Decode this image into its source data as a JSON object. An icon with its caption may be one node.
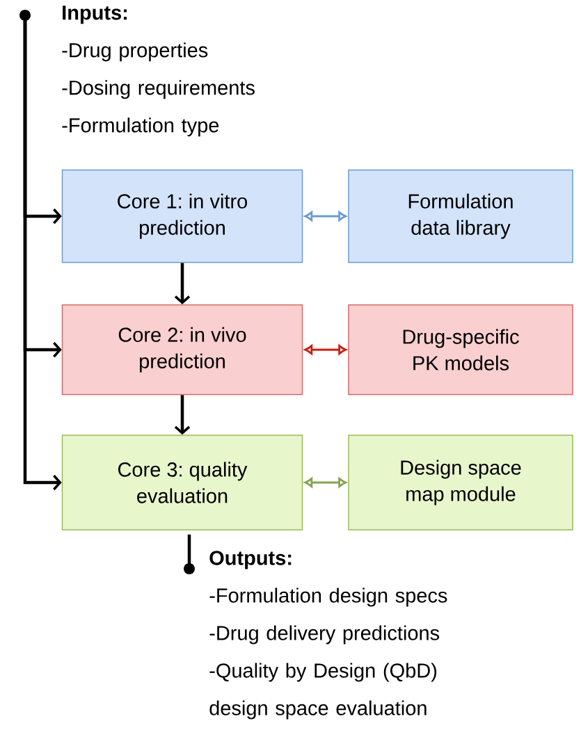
{
  "diagram": {
    "nodes": [
      {
        "text": [
          "Inputs:",
          "-Drug properties",
          "-Dosing requirements",
          "-Formulation type"
        ]
      },
      {
        "text": [
          "Core 1: in vitro prediction"
        ]
      },
      {
        "text": [
          "Formulation data library"
        ]
      },
      {
        "text": [
          "Core 2: in vivo prediction"
        ]
      },
      {
        "text": [
          "Drug-specific PK models"
        ]
      },
      {
        "text": [
          "Core 3: quality evaluation"
        ]
      },
      {
        "text": [
          "Design space map module"
        ]
      },
      {
        "text": [
          "Outputs:",
          "-Formulation design specs",
          "-Drug delivery predictions",
          "-Quality by Design (QbD) design space evaluation"
        ]
      }
    ],
    "edges": [
      {
        "from": 0,
        "to": 1,
        "arrow": "to"
      },
      {
        "from": 0,
        "to": 3,
        "arrow": "to"
      },
      {
        "from": 0,
        "to": 5,
        "arrow": "to"
      },
      {
        "from": 1,
        "to": 3,
        "arrow": "to"
      },
      {
        "from": 3,
        "to": 5,
        "arrow": "to"
      },
      {
        "from": 1,
        "to": 2,
        "arrow": "both",
        "color": "#6d9bd1"
      },
      {
        "from": 3,
        "to": 4,
        "arrow": "both",
        "color": "#c81e10"
      },
      {
        "from": 5,
        "to": 6,
        "arrow": "both",
        "color": "#86a350"
      },
      {
        "from": 5,
        "to": 7,
        "arrow": "other"
      }
    ]
  }
}
